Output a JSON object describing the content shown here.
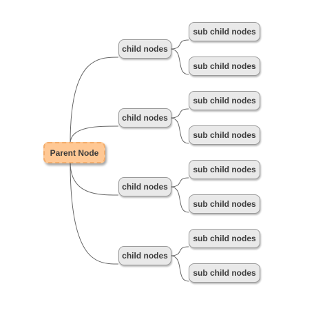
{
  "mindmap": {
    "root": {
      "label": "Parent Node"
    },
    "children": [
      {
        "label": "child nodes",
        "subs": [
          {
            "label": "sub child nodes"
          },
          {
            "label": "sub child nodes"
          }
        ]
      },
      {
        "label": "child nodes",
        "subs": [
          {
            "label": "sub child nodes"
          },
          {
            "label": "sub child nodes"
          }
        ]
      },
      {
        "label": "child nodes",
        "subs": [
          {
            "label": "sub child nodes"
          },
          {
            "label": "sub child nodes"
          }
        ]
      },
      {
        "label": "child nodes",
        "subs": [
          {
            "label": "sub child nodes"
          },
          {
            "label": "sub child nodes"
          }
        ]
      }
    ]
  },
  "colors": {
    "root_fill": "#ffc894",
    "root_border": "#f3ad6c",
    "node_fill": "#e9e9e9",
    "node_border": "#9a9a9a",
    "connector": "#666666"
  }
}
